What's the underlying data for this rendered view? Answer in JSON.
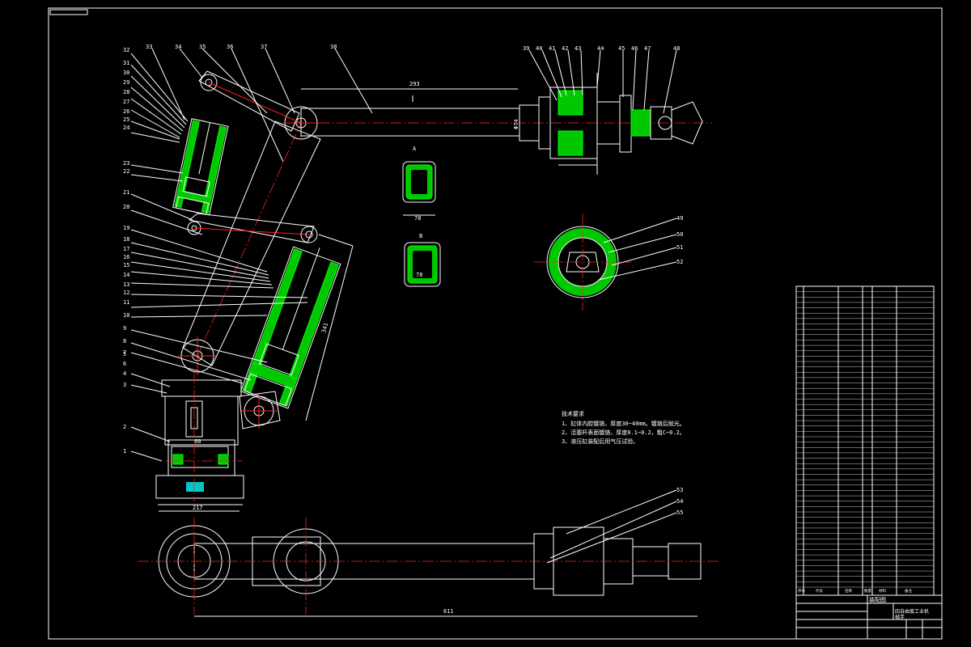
{
  "drawing": {
    "title_block": {
      "drawing_name": "装配图",
      "subtitle": "四自由度工业机",
      "subtitle2": "械手"
    },
    "tech_notes": {
      "heading": "技术要求",
      "lines": [
        "1、缸体内腔镀铬，厚度30~40mm。镀铬后抛光。",
        "2、活塞杆表面镀铬，厚度0.1~0.2，粗C~0.2。",
        "3、液压缸装配后用气压试验。"
      ]
    },
    "dimensions": {
      "arm_length": "293",
      "base_width": "217",
      "lower_length": "611",
      "section_a": "78",
      "section_b": "78",
      "base_inner": "60",
      "side_diag": "341",
      "arm_dia": "Φ74"
    },
    "part_numbers_left": [
      "32",
      "31",
      "30",
      "29",
      "28",
      "27",
      "26",
      "25",
      "24",
      "23",
      "22",
      "21",
      "20",
      "19",
      "18",
      "17",
      "16",
      "15",
      "14",
      "13",
      "12",
      "11",
      "10",
      "9",
      "8",
      "7",
      "6",
      "5",
      "4",
      "3",
      "2",
      "1"
    ],
    "part_numbers_top": [
      "33",
      "34",
      "35",
      "36",
      "37",
      "38"
    ],
    "part_numbers_top_right": [
      "39",
      "40",
      "41",
      "42",
      "43",
      "44",
      "45",
      "46",
      "47",
      "48"
    ],
    "part_numbers_right_circle": [
      "49",
      "50",
      "51",
      "52"
    ],
    "part_numbers_bottom": [
      "53",
      "54",
      "55"
    ],
    "bom_footer": [
      "序号",
      "代号",
      "名称",
      "数量",
      "材料",
      "备注"
    ],
    "colors": {
      "background": "#000000",
      "line": "#ffffff",
      "center": "#ff2020",
      "hatch": "#00c800",
      "fluid": "#00c8c8"
    }
  }
}
